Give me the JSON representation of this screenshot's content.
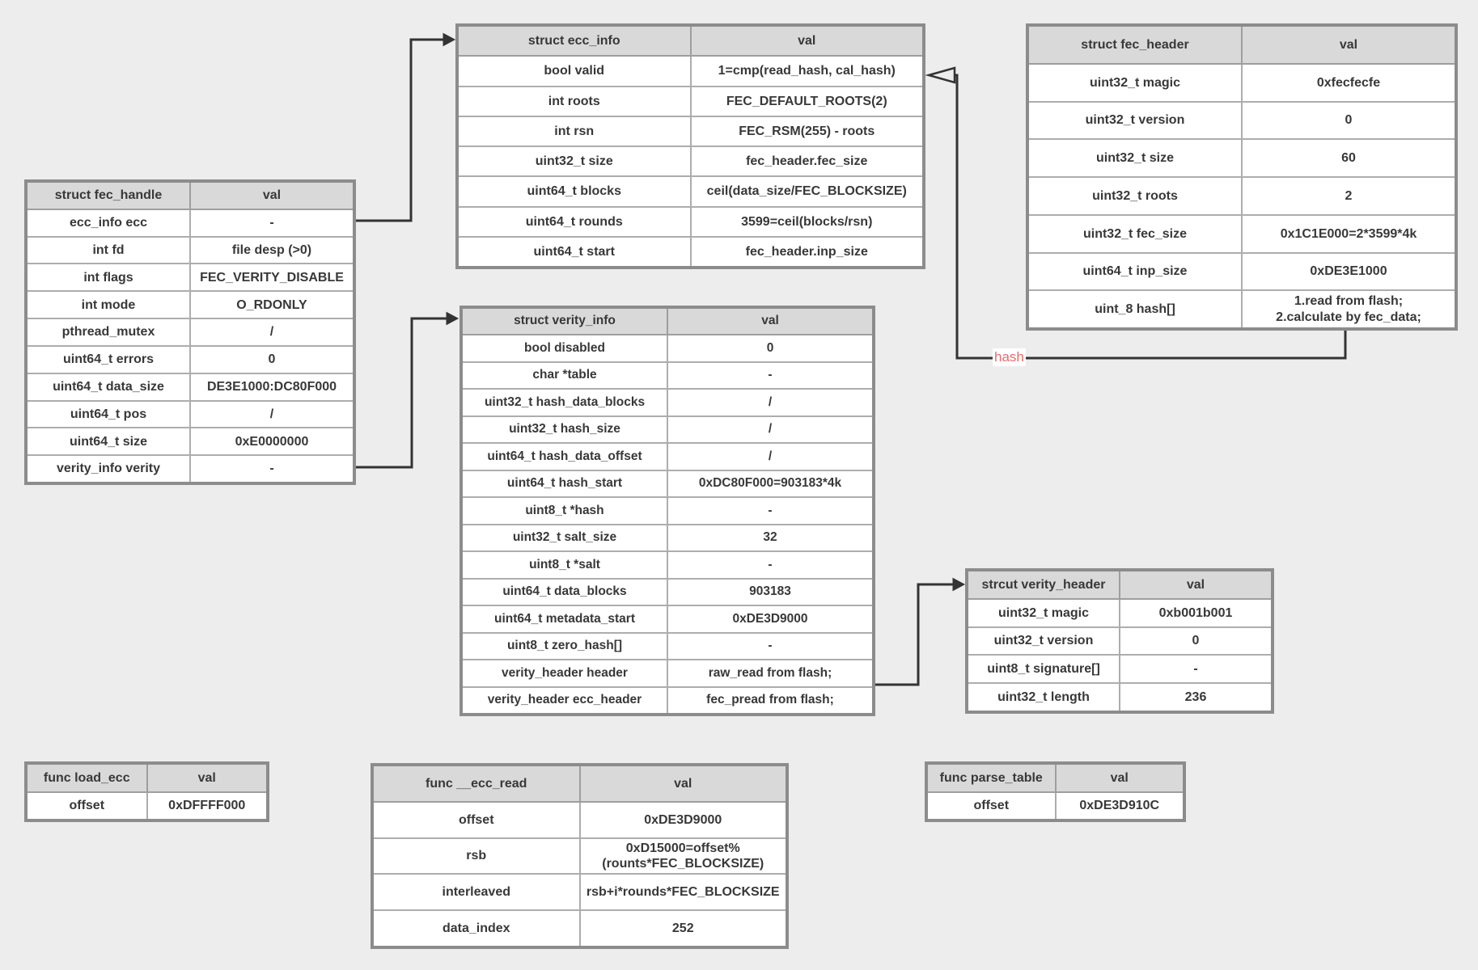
{
  "colors": {
    "background": "#ededed",
    "table_border": "#8c8c8c",
    "header_bg": "#d9d9d9",
    "cell_bg": "#ffffff",
    "text": "#383838",
    "connector": "#333333",
    "hash_label": "#e96c6c"
  },
  "labels": {
    "hash": "hash"
  },
  "tables": {
    "fec_handle": {
      "title": "struct fec_handle",
      "val_header": "val",
      "rows": [
        [
          "ecc_info ecc",
          "-"
        ],
        [
          "int fd",
          "file desp (>0)"
        ],
        [
          "int flags",
          "FEC_VERITY_DISABLE"
        ],
        [
          "int mode",
          "O_RDONLY"
        ],
        [
          "pthread_mutex",
          "/"
        ],
        [
          "uint64_t errors",
          "0"
        ],
        [
          "uint64_t data_size",
          "DE3E1000:DC80F000"
        ],
        [
          "uint64_t pos",
          "/"
        ],
        [
          "uint64_t size",
          "0xE0000000"
        ],
        [
          "verity_info verity",
          "-"
        ]
      ]
    },
    "ecc_info": {
      "title": "struct ecc_info",
      "val_header": "val",
      "rows": [
        [
          "bool valid",
          "1=cmp(read_hash, cal_hash)"
        ],
        [
          "int roots",
          "FEC_DEFAULT_ROOTS(2)"
        ],
        [
          "int rsn",
          "FEC_RSM(255) - roots"
        ],
        [
          "uint32_t size",
          "fec_header.fec_size"
        ],
        [
          "uint64_t blocks",
          "ceil(data_size/FEC_BLOCKSIZE)"
        ],
        [
          "uint64_t rounds",
          "3599=ceil(blocks/rsn)"
        ],
        [
          "uint64_t start",
          "fec_header.inp_size"
        ]
      ]
    },
    "fec_header": {
      "title": "struct fec_header",
      "val_header": "val",
      "rows": [
        [
          "uint32_t magic",
          "0xfecfecfe"
        ],
        [
          "uint32_t version",
          "0"
        ],
        [
          "uint32_t size",
          "60"
        ],
        [
          "uint32_t roots",
          "2"
        ],
        [
          "uint32_t fec_size",
          "0x1C1E000=2*3599*4k"
        ],
        [
          "uint64_t inp_size",
          "0xDE3E1000"
        ],
        [
          "uint_8 hash[]",
          "1.read from flash;\n2.calculate by fec_data;"
        ]
      ]
    },
    "verity_info": {
      "title": "struct verity_info",
      "val_header": "val",
      "rows": [
        [
          "bool disabled",
          "0"
        ],
        [
          "char *table",
          "-"
        ],
        [
          "uint32_t hash_data_blocks",
          "/"
        ],
        [
          "uint32_t hash_size",
          "/"
        ],
        [
          "uint64_t hash_data_offset",
          "/"
        ],
        [
          "uint64_t hash_start",
          "0xDC80F000=903183*4k"
        ],
        [
          "uint8_t *hash",
          "-"
        ],
        [
          "uint32_t salt_size",
          "32"
        ],
        [
          "uint8_t *salt",
          "-"
        ],
        [
          "uint64_t data_blocks",
          "903183"
        ],
        [
          "uint64_t metadata_start",
          "0xDE3D9000"
        ],
        [
          "uint8_t zero_hash[]",
          "-"
        ],
        [
          "verity_header header",
          "raw_read from flash;"
        ],
        [
          "verity_header ecc_header",
          "fec_pread from flash;"
        ]
      ]
    },
    "verity_header": {
      "title": "strcut verity_header",
      "val_header": "val",
      "rows": [
        [
          "uint32_t magic",
          "0xb001b001"
        ],
        [
          "uint32_t version",
          "0"
        ],
        [
          "uint8_t signature[]",
          "-"
        ],
        [
          "uint32_t length",
          "236"
        ]
      ]
    },
    "load_ecc": {
      "title": "func load_ecc",
      "val_header": "val",
      "rows": [
        [
          "offset",
          "0xDFFFF000"
        ]
      ]
    },
    "ecc_read": {
      "title": "func __ecc_read",
      "val_header": "val",
      "rows": [
        [
          "offset",
          "0xDE3D9000"
        ],
        [
          "rsb",
          "0xD15000=offset%\n(rounts*FEC_BLOCKSIZE)"
        ],
        [
          "interleaved",
          "rsb+i*rounds*FEC_BLOCKSIZE"
        ],
        [
          "data_index",
          "252"
        ]
      ]
    },
    "parse_table": {
      "title": "func parse_table",
      "val_header": "val",
      "rows": [
        [
          "offset",
          "0xDE3D910C"
        ]
      ]
    }
  }
}
